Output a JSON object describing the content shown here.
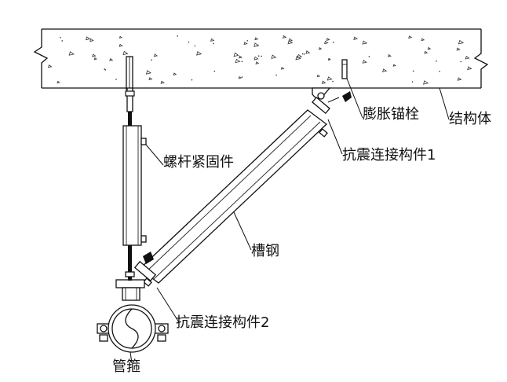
{
  "labels": {
    "anchor_bolt": "膨胀锚栓",
    "structure": "结构体",
    "seismic_connector_1": "抗震连接构件1",
    "rod_fastener": "螺杆紧固件",
    "channel_steel": "槽钢",
    "seismic_connector_2": "抗震连接构件2",
    "pipe_clamp": "管箍"
  },
  "colors": {
    "line": "#111111",
    "background": "#ffffff",
    "fill": "#000000"
  }
}
